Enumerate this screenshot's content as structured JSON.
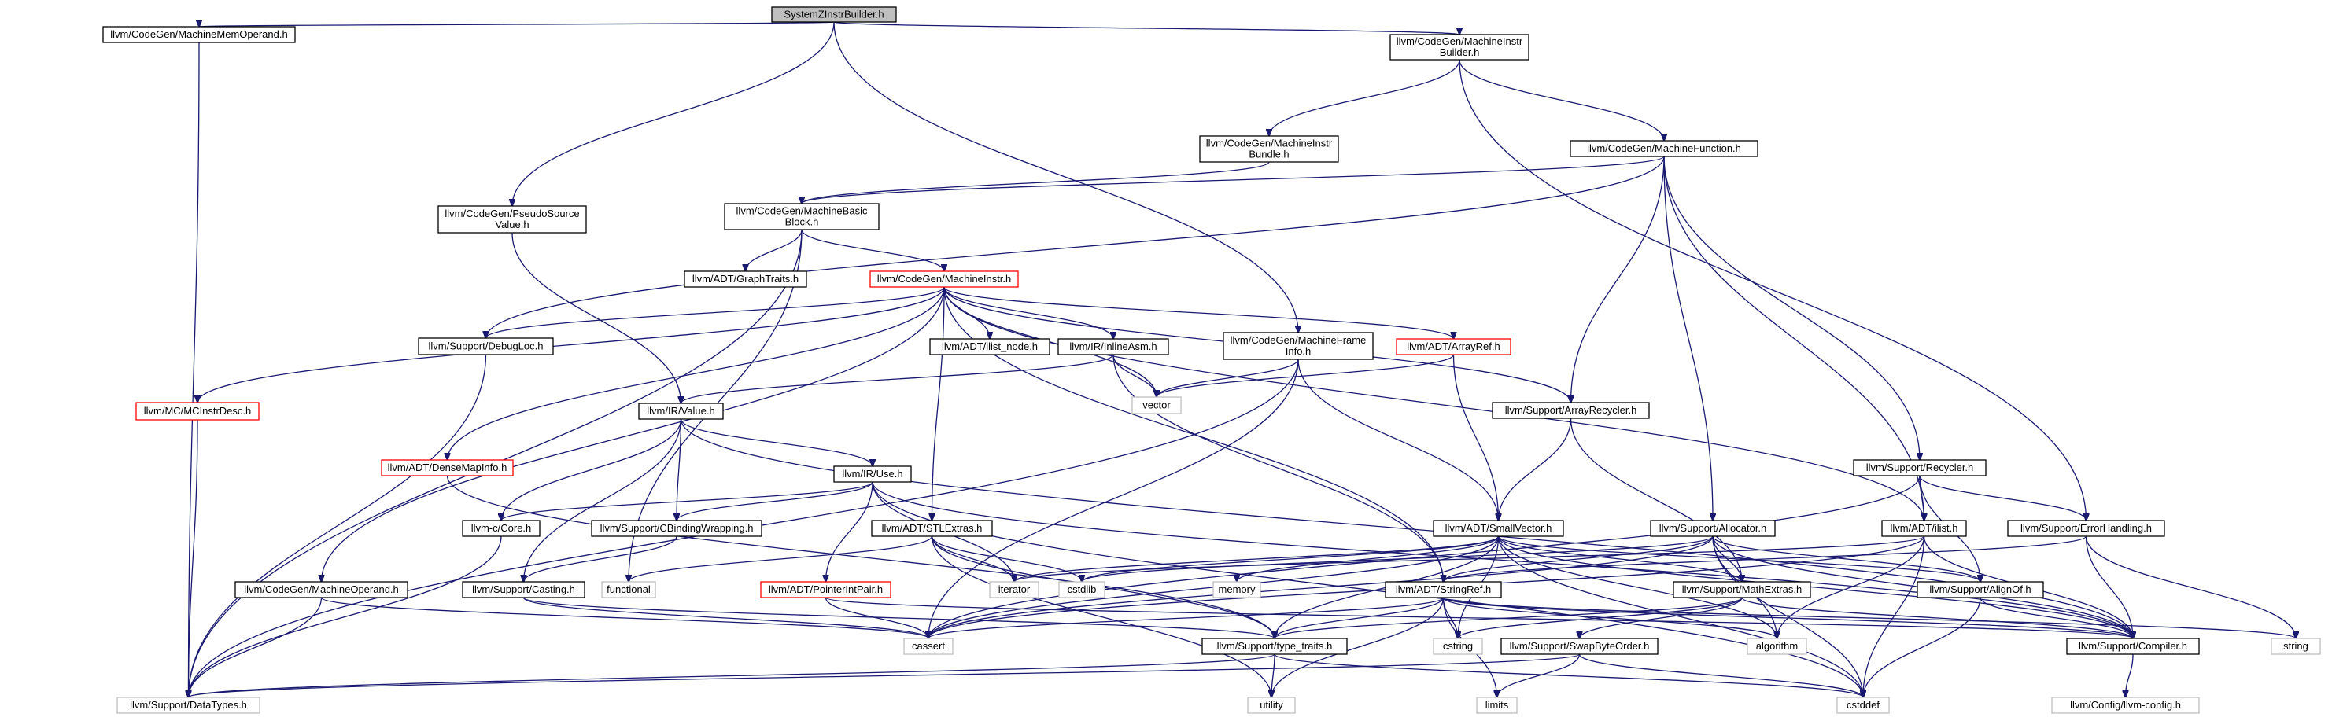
{
  "diagram": {
    "title": "SystemZInstrBuilder.h",
    "edge_color": "#191970",
    "node_styles": {
      "root": "#bfbfbf",
      "red_border": "#ff0000",
      "gray_border": "#bfbfbf"
    },
    "nodes": [
      {
        "id": "root",
        "lines": [
          "SystemZInstrBuilder.h"
        ],
        "style": "root"
      },
      {
        "id": "mmo",
        "lines": [
          "llvm/CodeGen/MachineMemOperand.h"
        ],
        "style": "normal"
      },
      {
        "id": "mib",
        "lines": [
          "llvm/CodeGen/MachineInstr",
          "Builder.h"
        ],
        "style": "normal"
      },
      {
        "id": "mibundle",
        "lines": [
          "llvm/CodeGen/MachineInstr",
          "Bundle.h"
        ],
        "style": "normal"
      },
      {
        "id": "mf",
        "lines": [
          "llvm/CodeGen/MachineFunction.h"
        ],
        "style": "normal"
      },
      {
        "id": "psv",
        "lines": [
          "llvm/CodeGen/PseudoSource",
          "Value.h"
        ],
        "style": "normal"
      },
      {
        "id": "mbb",
        "lines": [
          "llvm/CodeGen/MachineBasic",
          "Block.h"
        ],
        "style": "normal"
      },
      {
        "id": "graphtraits",
        "lines": [
          "llvm/ADT/GraphTraits.h"
        ],
        "style": "normal"
      },
      {
        "id": "mi",
        "lines": [
          "llvm/CodeGen/MachineInstr.h"
        ],
        "style": "red"
      },
      {
        "id": "debugloc",
        "lines": [
          "llvm/Support/DebugLoc.h"
        ],
        "style": "normal"
      },
      {
        "id": "ilistnode",
        "lines": [
          "llvm/ADT/ilist_node.h"
        ],
        "style": "normal"
      },
      {
        "id": "inlineasm",
        "lines": [
          "llvm/IR/InlineAsm.h"
        ],
        "style": "normal"
      },
      {
        "id": "mfi",
        "lines": [
          "llvm/CodeGen/MachineFrame",
          "Info.h"
        ],
        "style": "normal"
      },
      {
        "id": "arrayref",
        "lines": [
          "llvm/ADT/ArrayRef.h"
        ],
        "style": "red"
      },
      {
        "id": "vector",
        "lines": [
          "vector"
        ],
        "style": "gray"
      },
      {
        "id": "arrayrecycler",
        "lines": [
          "llvm/Support/ArrayRecycler.h"
        ],
        "style": "normal"
      },
      {
        "id": "mcinstrdesc",
        "lines": [
          "llvm/MC/MCInstrDesc.h"
        ],
        "style": "red"
      },
      {
        "id": "value",
        "lines": [
          "llvm/IR/Value.h"
        ],
        "style": "normal"
      },
      {
        "id": "densemapinfo",
        "lines": [
          "llvm/ADT/DenseMapInfo.h"
        ],
        "style": "red"
      },
      {
        "id": "use",
        "lines": [
          "llvm/IR/Use.h"
        ],
        "style": "normal"
      },
      {
        "id": "recycler",
        "lines": [
          "llvm/Support/Recycler.h"
        ],
        "style": "normal"
      },
      {
        "id": "core",
        "lines": [
          "llvm-c/Core.h"
        ],
        "style": "normal"
      },
      {
        "id": "cbinding",
        "lines": [
          "llvm/Support/CBindingWrapping.h"
        ],
        "style": "normal"
      },
      {
        "id": "stlextras",
        "lines": [
          "llvm/ADT/STLExtras.h"
        ],
        "style": "normal"
      },
      {
        "id": "smallvector",
        "lines": [
          "llvm/ADT/SmallVector.h"
        ],
        "style": "normal"
      },
      {
        "id": "allocator",
        "lines": [
          "llvm/Support/Allocator.h"
        ],
        "style": "normal"
      },
      {
        "id": "ilist",
        "lines": [
          "llvm/ADT/ilist.h"
        ],
        "style": "normal"
      },
      {
        "id": "errorhandling",
        "lines": [
          "llvm/Support/ErrorHandling.h"
        ],
        "style": "normal"
      },
      {
        "id": "mo",
        "lines": [
          "llvm/CodeGen/MachineOperand.h"
        ],
        "style": "normal"
      },
      {
        "id": "casting",
        "lines": [
          "llvm/Support/Casting.h"
        ],
        "style": "normal"
      },
      {
        "id": "functional",
        "lines": [
          "functional"
        ],
        "style": "gray"
      },
      {
        "id": "pointerintpair",
        "lines": [
          "llvm/ADT/PointerIntPair.h"
        ],
        "style": "red"
      },
      {
        "id": "iterator",
        "lines": [
          "iterator"
        ],
        "style": "gray"
      },
      {
        "id": "cstdlib",
        "lines": [
          "cstdlib"
        ],
        "style": "gray"
      },
      {
        "id": "memory",
        "lines": [
          "memory"
        ],
        "style": "gray"
      },
      {
        "id": "stringref",
        "lines": [
          "llvm/ADT/StringRef.h"
        ],
        "style": "normal"
      },
      {
        "id": "mathextras",
        "lines": [
          "llvm/Support/MathExtras.h"
        ],
        "style": "normal"
      },
      {
        "id": "alignof",
        "lines": [
          "llvm/Support/AlignOf.h"
        ],
        "style": "normal"
      },
      {
        "id": "cassert",
        "lines": [
          "cassert"
        ],
        "style": "gray"
      },
      {
        "id": "typetraits",
        "lines": [
          "llvm/Support/type_traits.h"
        ],
        "style": "normal"
      },
      {
        "id": "cstring",
        "lines": [
          "cstring"
        ],
        "style": "gray"
      },
      {
        "id": "swapbyteorder",
        "lines": [
          "llvm/Support/SwapByteOrder.h"
        ],
        "style": "normal"
      },
      {
        "id": "algorithm",
        "lines": [
          "algorithm"
        ],
        "style": "gray"
      },
      {
        "id": "compiler",
        "lines": [
          "llvm/Support/Compiler.h"
        ],
        "style": "normal"
      },
      {
        "id": "string",
        "lines": [
          "string"
        ],
        "style": "gray"
      },
      {
        "id": "datatypes",
        "lines": [
          "llvm/Support/DataTypes.h"
        ],
        "style": "gray"
      },
      {
        "id": "utility",
        "lines": [
          "utility"
        ],
        "style": "gray"
      },
      {
        "id": "limits",
        "lines": [
          "limits"
        ],
        "style": "gray"
      },
      {
        "id": "cstddef",
        "lines": [
          "cstddef"
        ],
        "style": "gray"
      },
      {
        "id": "llvmconfig",
        "lines": [
          "llvm/Config/llvm-config.h"
        ],
        "style": "gray"
      }
    ],
    "edges": [
      [
        "root",
        "mmo"
      ],
      [
        "root",
        "mib"
      ],
      [
        "root",
        "psv"
      ],
      [
        "root",
        "mfi"
      ],
      [
        "mmo",
        "datatypes"
      ],
      [
        "mib",
        "mibundle"
      ],
      [
        "mib",
        "mf"
      ],
      [
        "mib",
        "errorhandling"
      ],
      [
        "mibundle",
        "mbb"
      ],
      [
        "mf",
        "mbb"
      ],
      [
        "mf",
        "debugloc"
      ],
      [
        "mf",
        "arrayrecycler"
      ],
      [
        "mf",
        "allocator"
      ],
      [
        "mf",
        "ilist"
      ],
      [
        "mf",
        "recycler"
      ],
      [
        "psv",
        "value"
      ],
      [
        "mbb",
        "graphtraits"
      ],
      [
        "mbb",
        "mi"
      ],
      [
        "mbb",
        "datatypes"
      ],
      [
        "mbb",
        "functional"
      ],
      [
        "mi",
        "debugloc"
      ],
      [
        "mi",
        "ilistnode"
      ],
      [
        "mi",
        "inlineasm"
      ],
      [
        "mi",
        "arrayref"
      ],
      [
        "mi",
        "vector"
      ],
      [
        "mi",
        "arrayrecycler"
      ],
      [
        "mi",
        "mcinstrdesc"
      ],
      [
        "mi",
        "densemapinfo"
      ],
      [
        "mi",
        "mo"
      ],
      [
        "mi",
        "stlextras"
      ],
      [
        "mi",
        "stringref"
      ],
      [
        "mi",
        "ilist"
      ],
      [
        "debugloc",
        "datatypes"
      ],
      [
        "inlineasm",
        "value"
      ],
      [
        "inlineasm",
        "vector"
      ],
      [
        "inlineasm",
        "stringref"
      ],
      [
        "mfi",
        "vector"
      ],
      [
        "mfi",
        "smallvector"
      ],
      [
        "mfi",
        "datatypes"
      ],
      [
        "mfi",
        "cassert"
      ],
      [
        "arrayref",
        "vector"
      ],
      [
        "arrayref",
        "smallvector"
      ],
      [
        "arrayrecycler",
        "smallvector"
      ],
      [
        "arrayrecycler",
        "mathextras"
      ],
      [
        "mcinstrdesc",
        "datatypes"
      ],
      [
        "value",
        "use"
      ],
      [
        "value",
        "core"
      ],
      [
        "value",
        "cbinding"
      ],
      [
        "value",
        "casting"
      ],
      [
        "value",
        "compiler"
      ],
      [
        "densemapinfo",
        "typetraits"
      ],
      [
        "use",
        "core"
      ],
      [
        "use",
        "cbinding"
      ],
      [
        "use",
        "pointerintpair"
      ],
      [
        "use",
        "iterator"
      ],
      [
        "use",
        "compiler"
      ],
      [
        "use",
        "cstddef"
      ],
      [
        "recycler",
        "ilist"
      ],
      [
        "recycler",
        "alignof"
      ],
      [
        "recycler",
        "errorhandling"
      ],
      [
        "recycler",
        "cassert"
      ],
      [
        "core",
        "datatypes"
      ],
      [
        "cbinding",
        "casting"
      ],
      [
        "stlextras",
        "functional"
      ],
      [
        "stlextras",
        "iterator"
      ],
      [
        "stlextras",
        "cstdlib"
      ],
      [
        "stlextras",
        "utility"
      ],
      [
        "stlextras",
        "typetraits"
      ],
      [
        "smallvector",
        "iterator"
      ],
      [
        "smallvector",
        "cstdlib"
      ],
      [
        "smallvector",
        "memory"
      ],
      [
        "smallvector",
        "cassert"
      ],
      [
        "smallvector",
        "mathextras"
      ],
      [
        "smallvector",
        "alignof"
      ],
      [
        "smallvector",
        "typetraits"
      ],
      [
        "smallvector",
        "algorithm"
      ],
      [
        "smallvector",
        "cstring"
      ],
      [
        "smallvector",
        "cstddef"
      ],
      [
        "smallvector",
        "compiler"
      ],
      [
        "allocator",
        "stringref"
      ],
      [
        "allocator",
        "mathextras"
      ],
      [
        "allocator",
        "alignof"
      ],
      [
        "allocator",
        "compiler"
      ],
      [
        "allocator",
        "cassert"
      ],
      [
        "allocator",
        "cstdlib"
      ],
      [
        "allocator",
        "cstddef"
      ],
      [
        "allocator",
        "algorithm"
      ],
      [
        "ilist",
        "iterator"
      ],
      [
        "ilist",
        "cassert"
      ],
      [
        "ilist",
        "cstddef"
      ],
      [
        "ilist",
        "algorithm"
      ],
      [
        "ilist",
        "compiler"
      ],
      [
        "errorhandling",
        "stringref"
      ],
      [
        "errorhandling",
        "compiler"
      ],
      [
        "errorhandling",
        "string"
      ],
      [
        "mo",
        "datatypes"
      ],
      [
        "mo",
        "cassert"
      ],
      [
        "casting",
        "typetraits"
      ],
      [
        "casting",
        "cassert"
      ],
      [
        "pointerintpair",
        "cassert"
      ],
      [
        "pointerintpair",
        "compiler"
      ],
      [
        "stringref",
        "typetraits"
      ],
      [
        "stringref",
        "algorithm"
      ],
      [
        "stringref",
        "cassert"
      ],
      [
        "stringref",
        "cstring"
      ],
      [
        "stringref",
        "limits"
      ],
      [
        "stringref",
        "string"
      ],
      [
        "stringref",
        "utility"
      ],
      [
        "stringref",
        "compiler"
      ],
      [
        "mathextras",
        "typetraits"
      ],
      [
        "mathextras",
        "swapbyteorder"
      ],
      [
        "mathextras",
        "cstring"
      ],
      [
        "mathextras",
        "compiler"
      ],
      [
        "alignof",
        "compiler"
      ],
      [
        "alignof",
        "cstddef"
      ],
      [
        "typetraits",
        "datatypes"
      ],
      [
        "typetraits",
        "utility"
      ],
      [
        "typetraits",
        "cstddef"
      ],
      [
        "swapbyteorder",
        "datatypes"
      ],
      [
        "swapbyteorder",
        "limits"
      ],
      [
        "swapbyteorder",
        "cstddef"
      ],
      [
        "compiler",
        "llvmconfig"
      ]
    ]
  }
}
